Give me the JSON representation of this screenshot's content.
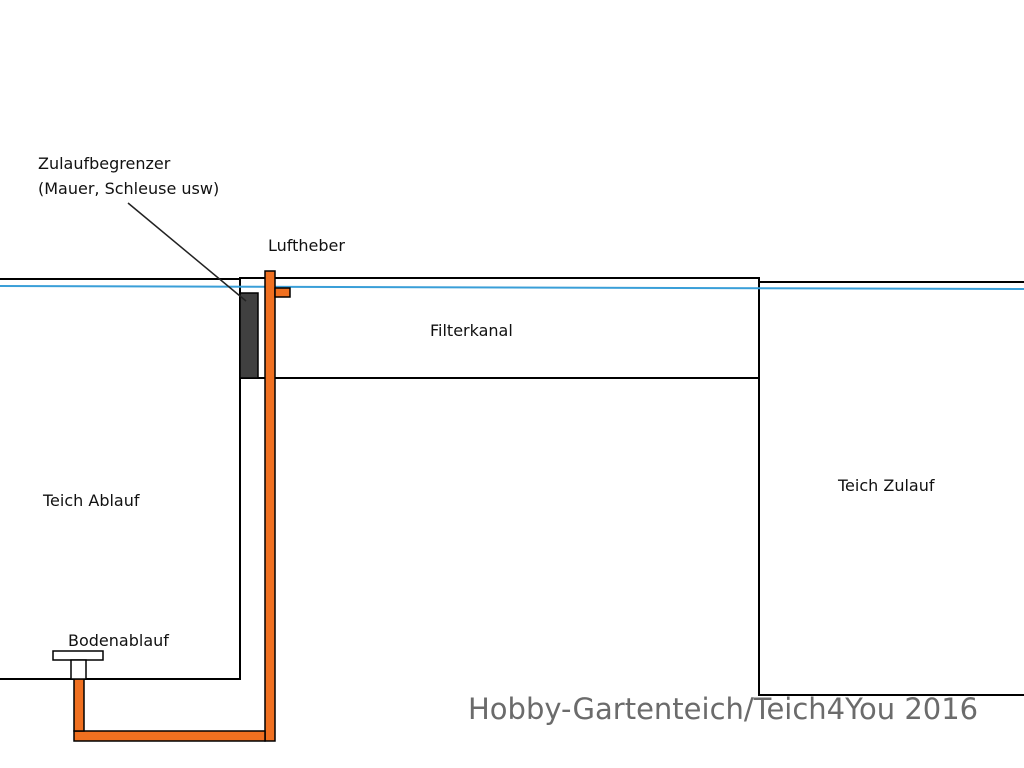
{
  "labels": {
    "limiter_line1": "Zulaufbegrenzer",
    "limiter_line2": "(Mauer, Schleuse usw)",
    "airlift": "Luftheber",
    "filter_channel": "Filterkanal",
    "pond_outlet": "Teich Ablauf",
    "pond_inlet": "Teich Zulauf",
    "bottom_drain": "Bodenablauf"
  },
  "watermark": "Hobby-Gartenteich/Teich4You 2016",
  "colors": {
    "water_line": "#3a9fd8",
    "pipe": "#f07020",
    "limiter": "#404040",
    "outline": "#000000"
  }
}
